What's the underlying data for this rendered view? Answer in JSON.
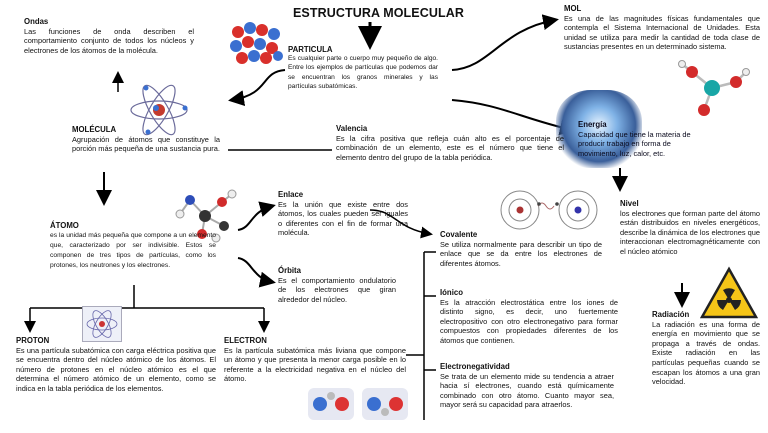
{
  "title": "ESTRUCTURA MOLECULAR",
  "ondas": {
    "heading": "Ondas",
    "text": "Las funciones de onda describen el comportamiento conjunto de todos los núcleos y electrones de los átomos de la molécula."
  },
  "particula": {
    "heading": "PARTICULA",
    "text": "Es cualquier parte o cuerpo muy pequeño de algo. Entre los ejemplos de partículas que podemos dar se encuentran los granos minerales y las partículas subatómicas."
  },
  "mol": {
    "heading": "MOL",
    "text": "Es una de las magnitudes físicas fundamentales que contempla el Sistema Internacional de Unidades. Esta unidad se utiliza para medir la cantidad de toda clase de sustancias presentes en un determinado sistema."
  },
  "molecula": {
    "heading": "MOLÉCULA",
    "text": "Agrupación de átomos que constituye la porción más pequeña de una sustancia pura."
  },
  "valencia": {
    "heading": "Valencia",
    "text": "Es la cifra positiva que refleja cuán alto es el porcentaje de combinación de un elemento, este es el número que tiene el elemento dentro del grupo de la tabla periódica."
  },
  "energia": {
    "heading": "Energía",
    "text": "Capacidad que tiene la materia de producir trabajo en forma de movimiento, luz, calor, etc."
  },
  "enlace": {
    "heading": "Enlace",
    "text": "Es la unión que existe entre dos átomos, los cuales pueden ser iguales o diferentes con el fin de formar una molécula."
  },
  "atomo": {
    "heading": "ÁTOMO",
    "text": "es la unidad más pequeña que compone a un elemento que, caracterizado por ser indivisible. Estos se componen de tres tipos de partículas, como los protones, los neutrones y los electrones."
  },
  "orbita": {
    "heading": "Órbita",
    "text": "Es el comportamiento ondulatorio de los electrones que giran alrededor del núcleo."
  },
  "covalente": {
    "heading": "Covalente",
    "text": "Se utiliza normalmente para describir un tipo de enlace que se da entre los electrones de diferentes átomos."
  },
  "nivel": {
    "heading": "Nivel",
    "text": "los electrones que forman parte del átomo están distribuidos en niveles energéticos, describe la dinámica de los electrones que interaccionan electromagnéticamente con el núcleo atómico"
  },
  "ionico": {
    "heading": "Iónico",
    "text": "Es la atracción electrostática entre los iones de distinto signo, es decir, uno fuertemente electropositivo con otro electronegativo para formar compuestos con propiedades diferentes de los átomos que contienen."
  },
  "proton": {
    "heading": "PROTON",
    "text": "Es una partícula subatómica con carga eléctrica positiva que se encuentra dentro del núcleo atómico de los átomos. El número de protones en el núcleo atómico es el que determina el número atómico de un elemento, como se indica en la tabla periódica de los elementos."
  },
  "electron": {
    "heading": "ELECTRON",
    "text": "Es la partícula subatómica más liviana que compone un átomo y que presenta la menor carga posible en lo referente a la electricidad negativa en el núcleo del átomo."
  },
  "radiacion": {
    "heading": "Radiación",
    "text": "La radiación es una forma de energía en movimiento que se propaga a través de ondas. Existe radiación en las partículas pequeñas cuando se escapan los átomos a una gran velocidad."
  },
  "electronegatividad": {
    "heading": "Electronegatividad",
    "text": "Se trata de un elemento mide su tendencia a atraer hacia sí electrones, cuando está químicamente combinado con otro átomo. Cuanto mayor sea, mayor será su capacidad para atraerlos."
  },
  "colors": {
    "text": "#111111",
    "line": "#000000",
    "energy_bg": "#3a4a7a"
  }
}
